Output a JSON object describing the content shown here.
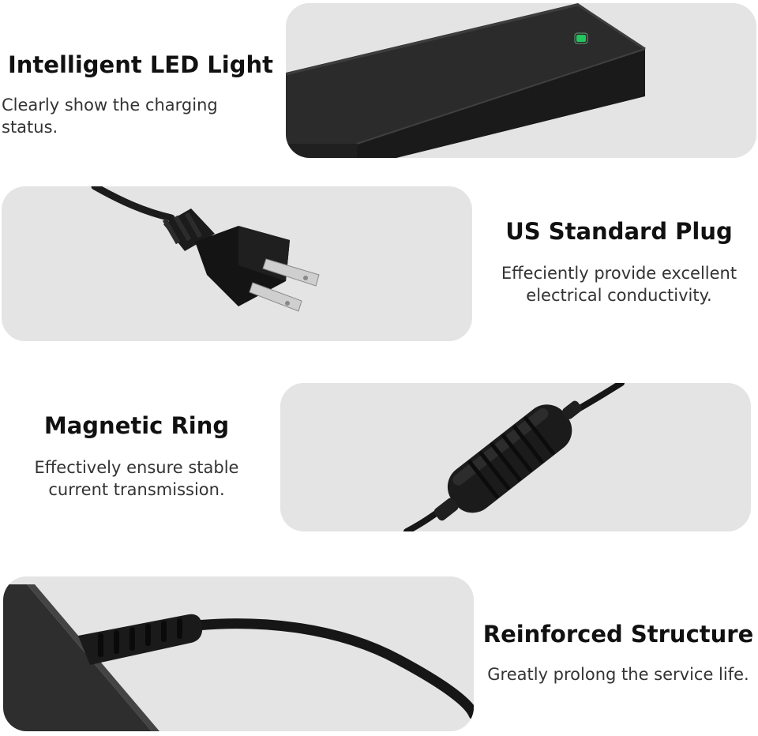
{
  "features": [
    {
      "title": "Intelligent LED Light",
      "description": "Clearly show the charging status.",
      "image_icon": "power-adapter-led-icon",
      "accent": "#22c55e"
    },
    {
      "title": "US Standard Plug",
      "description": "Effeciently provide excellent\nelectrical conductivity.",
      "image_icon": "us-plug-icon"
    },
    {
      "title": "Magnetic Ring",
      "description": "Effectively ensure stable\ncurrent transmission.",
      "image_icon": "ferrite-core-icon"
    },
    {
      "title": "Reinforced Structure",
      "description": "Greatly prolong the service life.",
      "image_icon": "strain-relief-icon"
    }
  ]
}
